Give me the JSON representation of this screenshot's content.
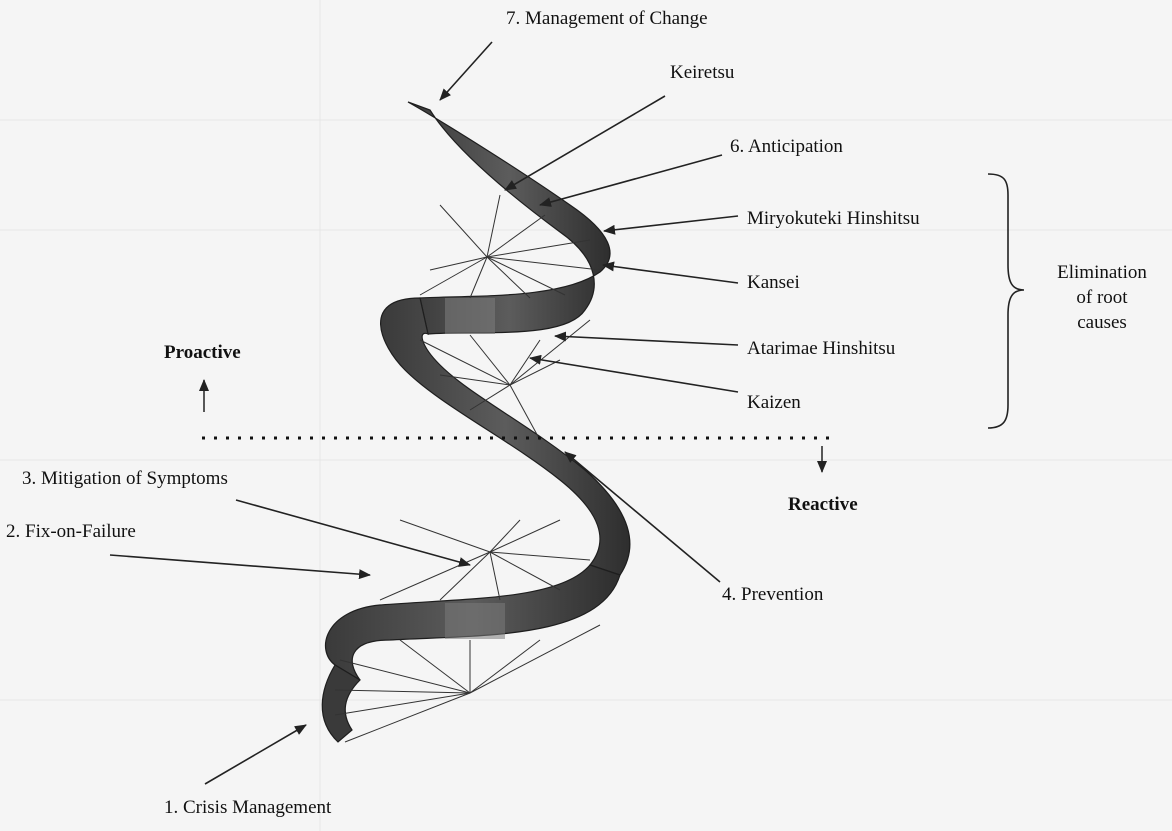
{
  "diagram": {
    "stage_labels": {
      "crisis_management": "1. Crisis Management",
      "fix_on_failure": "2. Fix-on-Failure",
      "mitigation_of_symptoms": "3. Mitigation of Symptoms",
      "prevention": "4. Prevention",
      "anticipation": "6. Anticipation",
      "management_of_change": "7. Management of Change"
    },
    "concept_labels": {
      "keiretsu": "Keiretsu",
      "miryokuteki_hinshitsu": "Miryokuteki Hinshitsu",
      "kansei": "Kansei",
      "atarimae_hinshitsu": "Atarimae Hinshitsu",
      "kaizen": "Kaizen"
    },
    "mode_labels": {
      "proactive": "Proactive",
      "reactive": "Reactive"
    },
    "brace_label_lines": [
      "Elimination",
      "of root",
      "causes"
    ]
  }
}
